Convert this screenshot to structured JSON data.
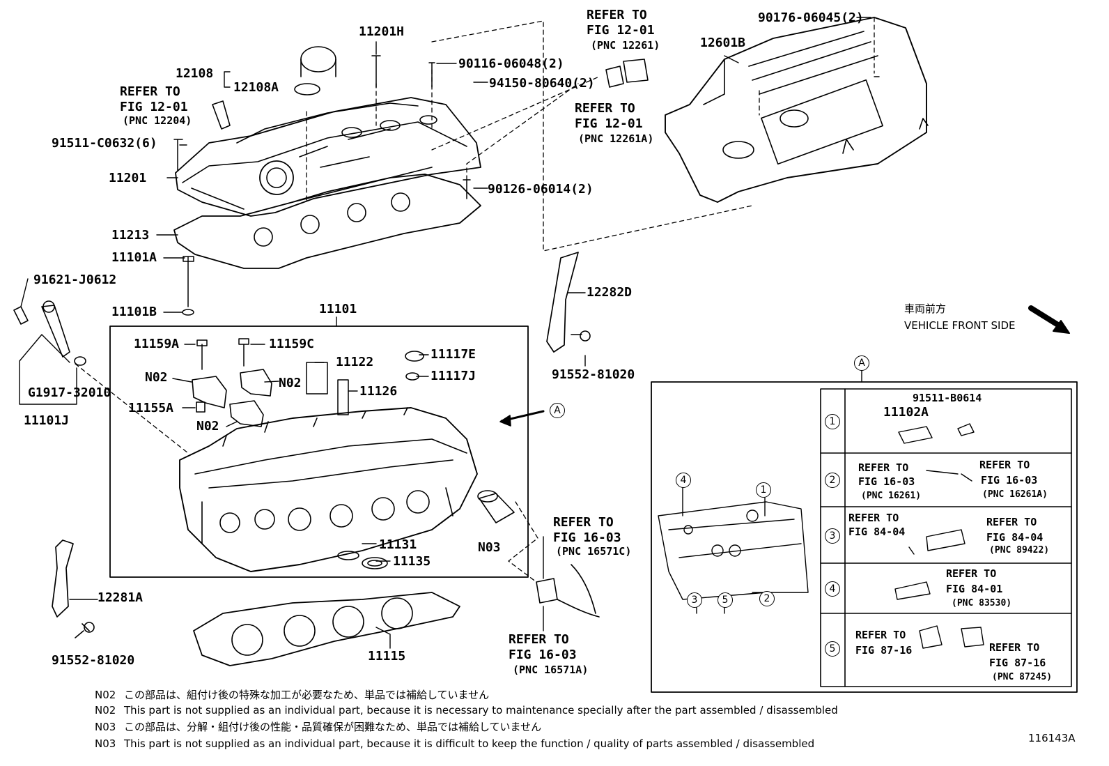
{
  "parts": {
    "p11201H": "11201H",
    "p12108": "12108",
    "p12108A": "12108A",
    "p90116": "90116-06048(2)",
    "p94150": "94150-80640(2)",
    "p91511c": "91511-C0632(6)",
    "p11201": "11201",
    "p90126": "90126-06014(2)",
    "p11213": "11213",
    "p11101A": "11101A",
    "p91621": "91621-J0612",
    "p11101B": "11101B",
    "p11101": "11101",
    "p11159A": "11159A",
    "p11159C": "11159C",
    "p11122": "11122",
    "p11117E": "11117E",
    "p11117J": "11117J",
    "pN02a": "N02",
    "pN02b": "N02",
    "pN02c": "N02",
    "p11126": "11126",
    "p11155A": "11155A",
    "pG1917": "G1917-32010",
    "p11101J": "11101J",
    "pN03": "N03",
    "p11131": "11131",
    "p11135": "11135",
    "p12281A": "12281A",
    "p91552a": "91552-81020",
    "p11115": "11115",
    "p12282D": "12282D",
    "p91552b": "91552-81020",
    "p12601B": "12601B",
    "p90176": "90176-06045(2)",
    "p11102A": "11102A",
    "p91511b": "91511-B0614"
  },
  "refs": {
    "r1": {
      "a": "REFER TO",
      "b": "FIG 12-01",
      "c": "(PNC 12204)"
    },
    "r2": {
      "a": "REFER TO",
      "b": "FIG 12-01",
      "c": "(PNC 12261)"
    },
    "r3": {
      "a": "REFER TO",
      "b": "FIG 12-01",
      "c": "(PNC 12261A)"
    },
    "r4": {
      "a": "REFER TO",
      "b": "FIG 16-03",
      "c": "(PNC 16571C)"
    },
    "r5": {
      "a": "REFER TO",
      "b": "FIG 16-03",
      "c": "(PNC 16571A)"
    }
  },
  "vehicle_front": {
    "jp": "車両前方",
    "en": "VEHICLE FRONT SIDE"
  },
  "callout_a": "A",
  "detail": {
    "header": "A",
    "markers": [
      "1",
      "2",
      "3",
      "4",
      "5"
    ],
    "rows": [
      {
        "num": "1"
      },
      {
        "num": "2",
        "left": {
          "a": "REFER TO",
          "b": "FIG 16-03",
          "c": "(PNC 16261)"
        },
        "right": {
          "a": "REFER TO",
          "b": "FIG 16-03",
          "c": "(PNC 16261A)"
        }
      },
      {
        "num": "3",
        "left": {
          "a": "REFER TO",
          "b": "FIG 84-04"
        },
        "right": {
          "a": "REFER TO",
          "b": "FIG 84-04",
          "c": "(PNC 89422)"
        }
      },
      {
        "num": "4",
        "right": {
          "a": "REFER TO",
          "b": "FIG 84-01",
          "c": "(PNC 83530)"
        }
      },
      {
        "num": "5",
        "left": {
          "a": "REFER TO",
          "b": "FIG 87-16"
        },
        "right": {
          "a": "REFER TO",
          "b": "FIG 87-16",
          "c": "(PNC 87245)"
        }
      }
    ]
  },
  "notes": [
    {
      "code": "N02",
      "text": "この部品は、組付け後の特殊な加工が必要なため、単品では補給していません"
    },
    {
      "code": "N02",
      "text": "This part is not supplied as an individual part, because it is necessary to maintenance specially after the part assembled / disassembled"
    },
    {
      "code": "N03",
      "text": "この部品は、分解・組付け後の性能・品質確保が困難なため、単品では補給していません"
    },
    {
      "code": "N03",
      "text": "This part is not supplied as an individual part, because it is difficult to keep the function / quality of parts  assembled / disassembled"
    }
  ],
  "figure_id": "116143A"
}
